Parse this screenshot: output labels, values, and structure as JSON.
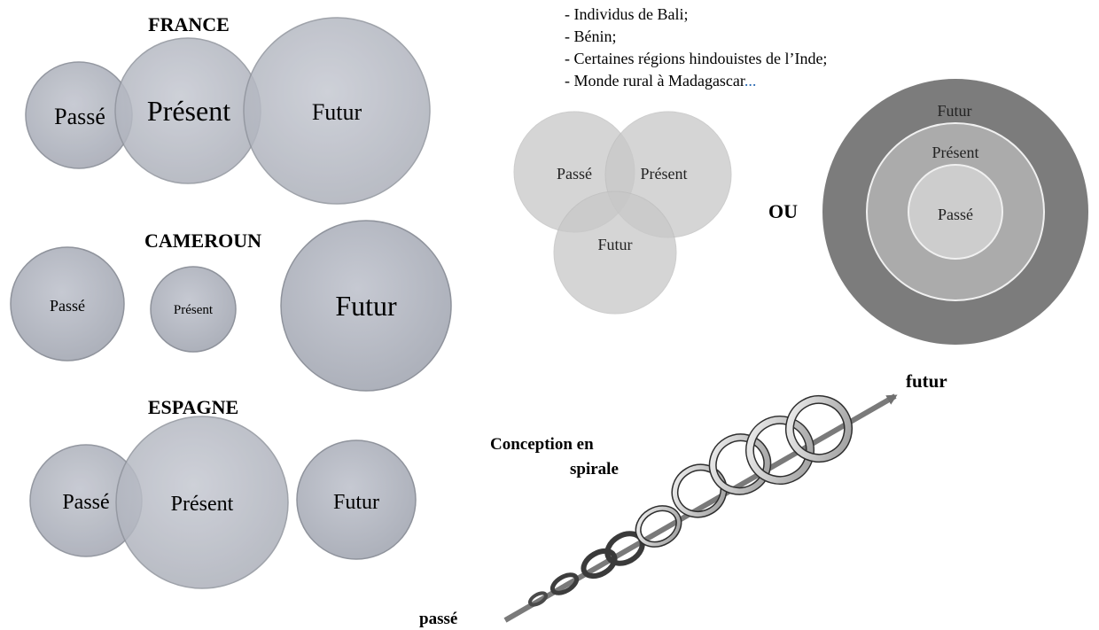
{
  "france": {
    "title": "FRANCE",
    "past": "Passé",
    "present": "Présent",
    "future": "Futur"
  },
  "cameroun": {
    "title": "CAMEROUN",
    "past": "Passé",
    "present": "Présent",
    "future": "Futur"
  },
  "espagne": {
    "title": "ESPAGNE",
    "past": "Passé",
    "present": "Présent",
    "future": "Futur"
  },
  "cyclic": {
    "examples": [
      "- Individus de Bali;",
      "- Bénin;",
      "- Certaines régions hindouistes de l’Inde;",
      "- Monde rural à Madagascar"
    ],
    "ellipsis": "...",
    "venn": {
      "past": "Passé",
      "present": "Présent",
      "future": "Futur"
    },
    "or_label": "OU",
    "rings": {
      "future": "Futur",
      "present": "Présent",
      "past": "Passé"
    }
  },
  "spiral": {
    "title_line1": "Conception en",
    "title_line2": "spirale",
    "start_label": "passé",
    "end_label": "futur"
  },
  "colors": {
    "circle_fill": "#b9bdc8",
    "circle_overlap": "#9ea3ad",
    "circle_stroke": "#8f939c",
    "venn_fill": "#c8c8c8",
    "ring_outer": "#7c7c7c",
    "ring_middle": "#ababab",
    "ring_inner": "#cdcdcd"
  }
}
